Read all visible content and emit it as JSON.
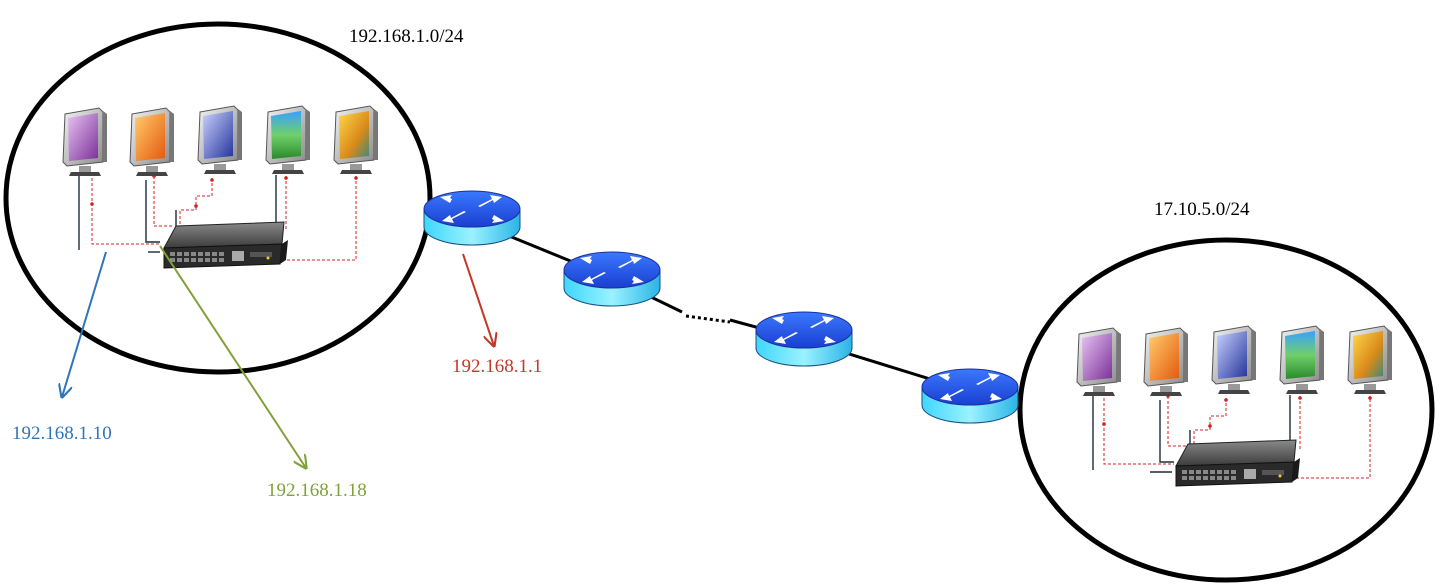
{
  "networks": [
    {
      "id": "net1",
      "subnet": "192.168.1.0/24"
    },
    {
      "id": "net2",
      "subnet": "17.10.5.0/24"
    }
  ],
  "annotations": {
    "router_gateway": {
      "text": "192.168.1.1",
      "color": "#c0392b"
    },
    "host_pc1": {
      "text": "192.168.1.10",
      "color": "#2e75b6"
    },
    "host_switch": {
      "text": "192.168.1.18",
      "color": "#7fa13a"
    }
  },
  "colors": {
    "monitor_screens": [
      "#9b4fb5",
      "#f08a1c",
      "#4a5db5",
      "#3fa34a",
      "#e3a51a"
    ],
    "router_body": "#1e3fd6",
    "cable": "#1f2a3a",
    "signal": "#d42020"
  },
  "icons": [
    "monitor-icon",
    "switch-icon",
    "router-icon"
  ],
  "wan_link_style": "dotted-gap-between-router-2-and-router-3"
}
